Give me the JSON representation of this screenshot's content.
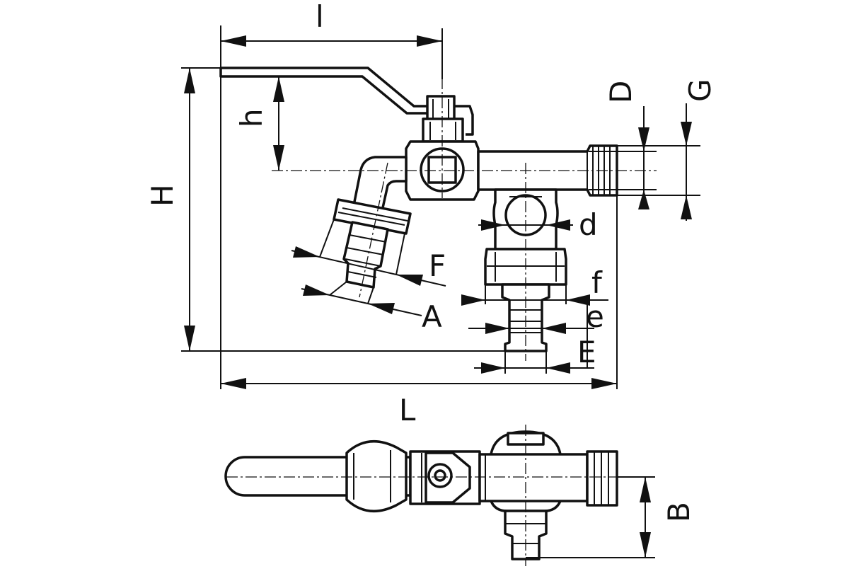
{
  "labels": {
    "l": "l",
    "h": "h",
    "H": "H",
    "D": "D",
    "G": "G",
    "d": "d",
    "F": "F",
    "A": "A",
    "f": "f",
    "e": "e",
    "E": "E",
    "L": "L",
    "B": "B"
  },
  "colors": {
    "stroke": "#111111",
    "background": "#ffffff"
  }
}
